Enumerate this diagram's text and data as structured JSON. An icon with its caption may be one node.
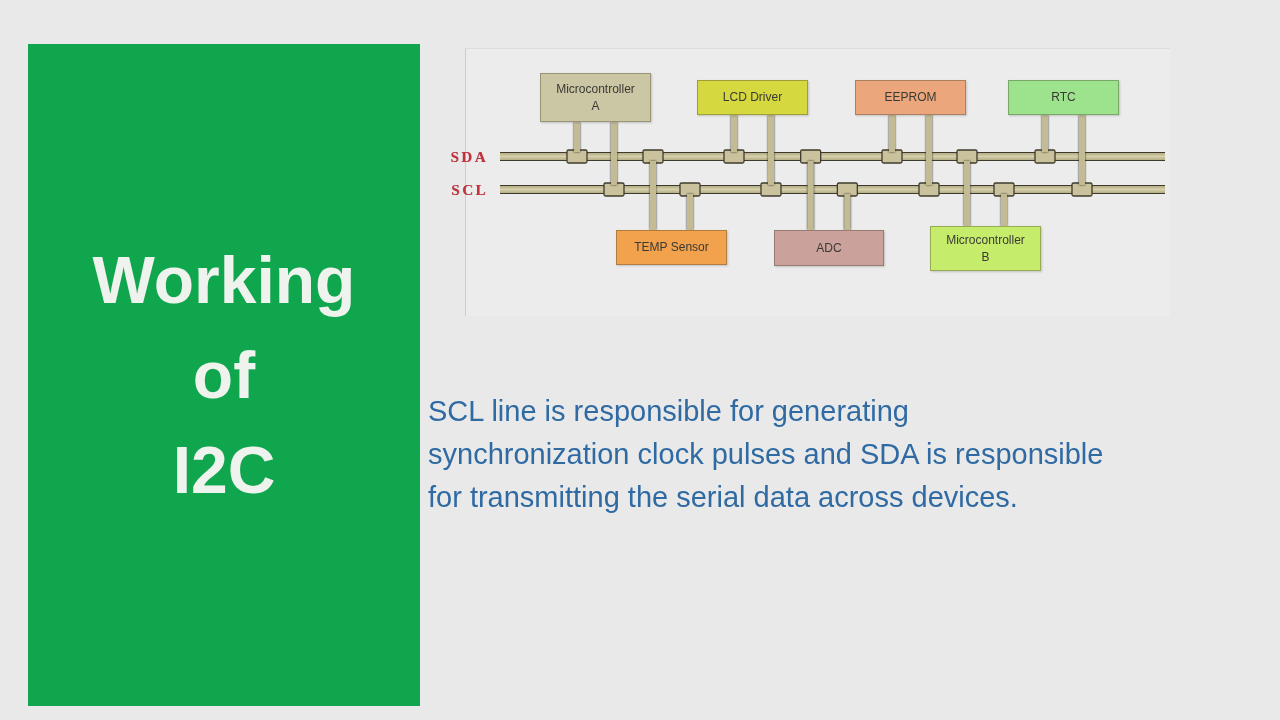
{
  "diagram": {
    "title": "Working of I2C",
    "nodes": [
      {
        "text": [
          "Microcontroller A"
        ]
      },
      {
        "text": [
          "LCD Driver"
        ]
      },
      {
        "text": [
          "EEPROM"
        ]
      },
      {
        "text": [
          "RTC"
        ]
      },
      {
        "text": [],
        "shape": "bar",
        "beside": [
          "SDA"
        ]
      },
      {
        "text": [],
        "shape": "bar",
        "beside": [
          "SCL"
        ]
      },
      {
        "text": [
          "TEMP Sensor"
        ]
      },
      {
        "text": [
          "ADC"
        ]
      },
      {
        "text": [
          "Microcontroller B"
        ]
      }
    ],
    "edges": [
      {
        "from": 0,
        "to": 4,
        "arrow": "none"
      },
      {
        "from": 0,
        "to": 5,
        "arrow": "none"
      },
      {
        "from": 1,
        "to": 4,
        "arrow": "none"
      },
      {
        "from": 1,
        "to": 5,
        "arrow": "none"
      },
      {
        "from": 2,
        "to": 4,
        "arrow": "none"
      },
      {
        "from": 2,
        "to": 5,
        "arrow": "none"
      },
      {
        "from": 3,
        "to": 4,
        "arrow": "none"
      },
      {
        "from": 3,
        "to": 5,
        "arrow": "none"
      },
      {
        "from": 6,
        "to": 4,
        "arrow": "none"
      },
      {
        "from": 6,
        "to": 5,
        "arrow": "none"
      },
      {
        "from": 7,
        "to": 4,
        "arrow": "none"
      },
      {
        "from": 7,
        "to": 5,
        "arrow": "none"
      },
      {
        "from": 8,
        "to": 4,
        "arrow": "none"
      },
      {
        "from": 8,
        "to": 5,
        "arrow": "none"
      }
    ],
    "labels": [
      "SCL line is responsible for generating synchronization clock pulses and SDA is responsible for transmitting the serial data across devices."
    ]
  }
}
